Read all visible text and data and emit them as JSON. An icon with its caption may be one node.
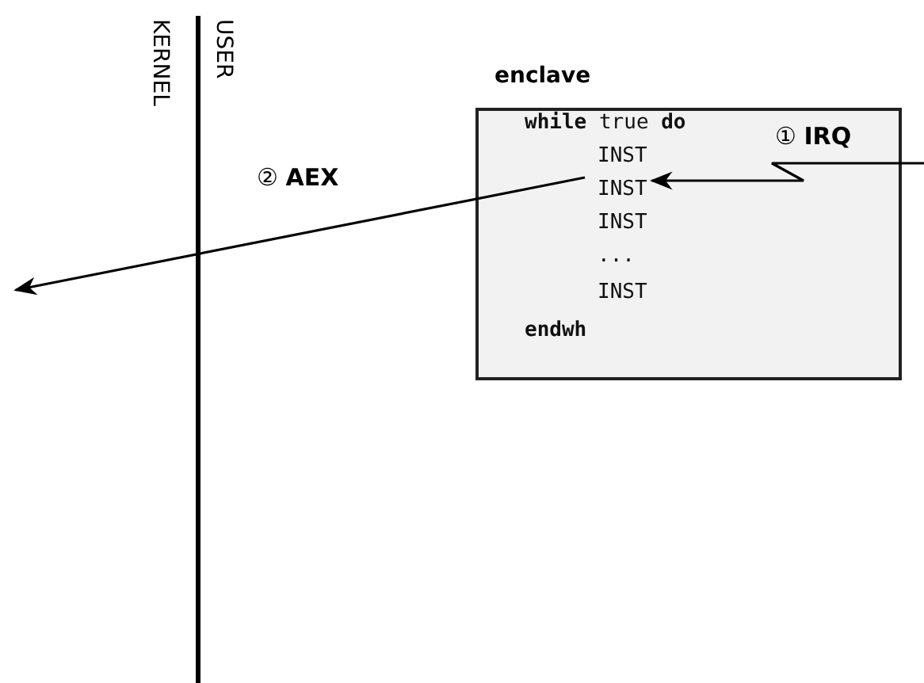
{
  "diagram": {
    "nodes": [
      {
        "text": [
          "enclave"
        ]
      },
      {
        "text": [
          "INST"
        ],
        "in": 0
      }
    ],
    "edges": [
      {
        "from": null,
        "to": 1,
        "arrow": "to",
        "label": "① **IRQ**"
      },
      {
        "from": 0,
        "to": null,
        "arrow": "to",
        "label": "② **AEX**"
      }
    ],
    "labels": [
      "KERNEL",
      "USER",
      "**while** true **do**",
      "INST",
      "INST",
      "...",
      "INST",
      "endwh"
    ]
  }
}
